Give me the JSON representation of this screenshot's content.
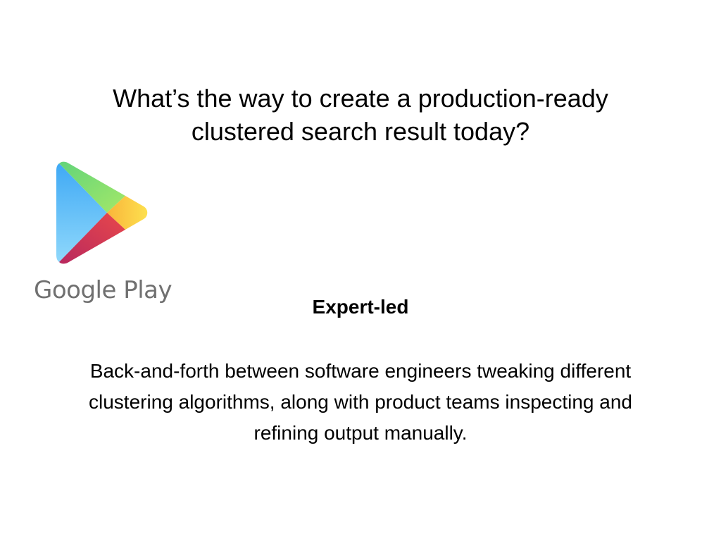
{
  "slide": {
    "title": "What’s the way to create a production-ready clustered search result today?",
    "logo": {
      "icon": "google-play-icon",
      "wordmark": "Google Play",
      "colors": {
        "blue": "#4fc3f7",
        "green": "#7ddf6e",
        "yellow": "#f7c948",
        "red": "#d8404a"
      }
    },
    "subhead": "Expert-led",
    "body": "Back-and-forth between software engineers tweaking different clustering algorithms, along with product teams inspecting and refining output manually."
  }
}
